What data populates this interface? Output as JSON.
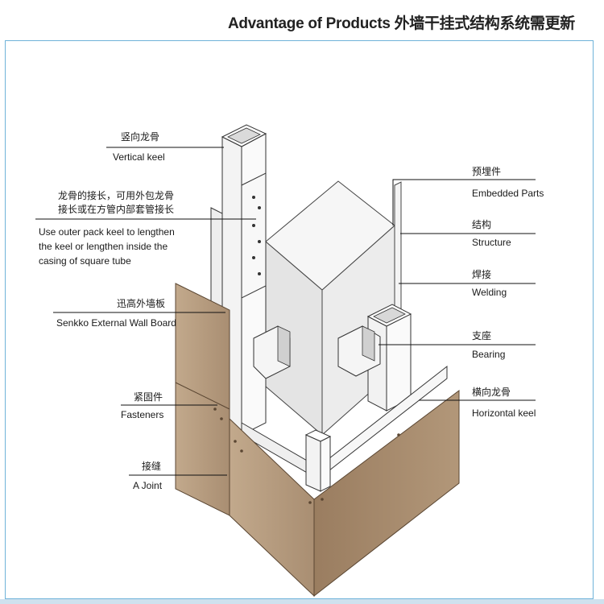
{
  "header": {
    "title": "Advantage of Products 外墙干挂式结构系统需更新"
  },
  "labels": {
    "vertical_keel_cn": "竖向龙骨",
    "vertical_keel_en": "Vertical keel",
    "outer_pack_cn_1": "龙骨的接长，可用外包龙骨",
    "outer_pack_cn_2": "接长或在方管内部套管接长",
    "outer_pack_en_1": "Use outer pack keel to lengthen",
    "outer_pack_en_2": "the keel or lengthen inside the",
    "outer_pack_en_3": "casing of square tube",
    "wall_board_cn": "迅高外墙板",
    "wall_board_en": "Senkko External Wall Board",
    "fasteners_cn": "紧固件",
    "fasteners_en": "Fasteners",
    "joint_cn": "接缝",
    "joint_en": "A Joint",
    "embedded_cn": "预埋件",
    "embedded_en": "Embedded Parts",
    "structure_cn": "结构",
    "structure_en": "Structure",
    "welding_cn": "焊接",
    "welding_en": "Welding",
    "bearing_cn": "支座",
    "bearing_en": "Bearing",
    "horizontal_keel_cn": "横向龙骨",
    "horizontal_keel_en": "Horizontal keel"
  },
  "colors": {
    "frame_border": "#6fb3d9",
    "panel_tan": "#b49a7e",
    "panel_dark": "#9c7f63",
    "steel_light": "#f2f2f2",
    "concrete": "#dcdcdc"
  }
}
